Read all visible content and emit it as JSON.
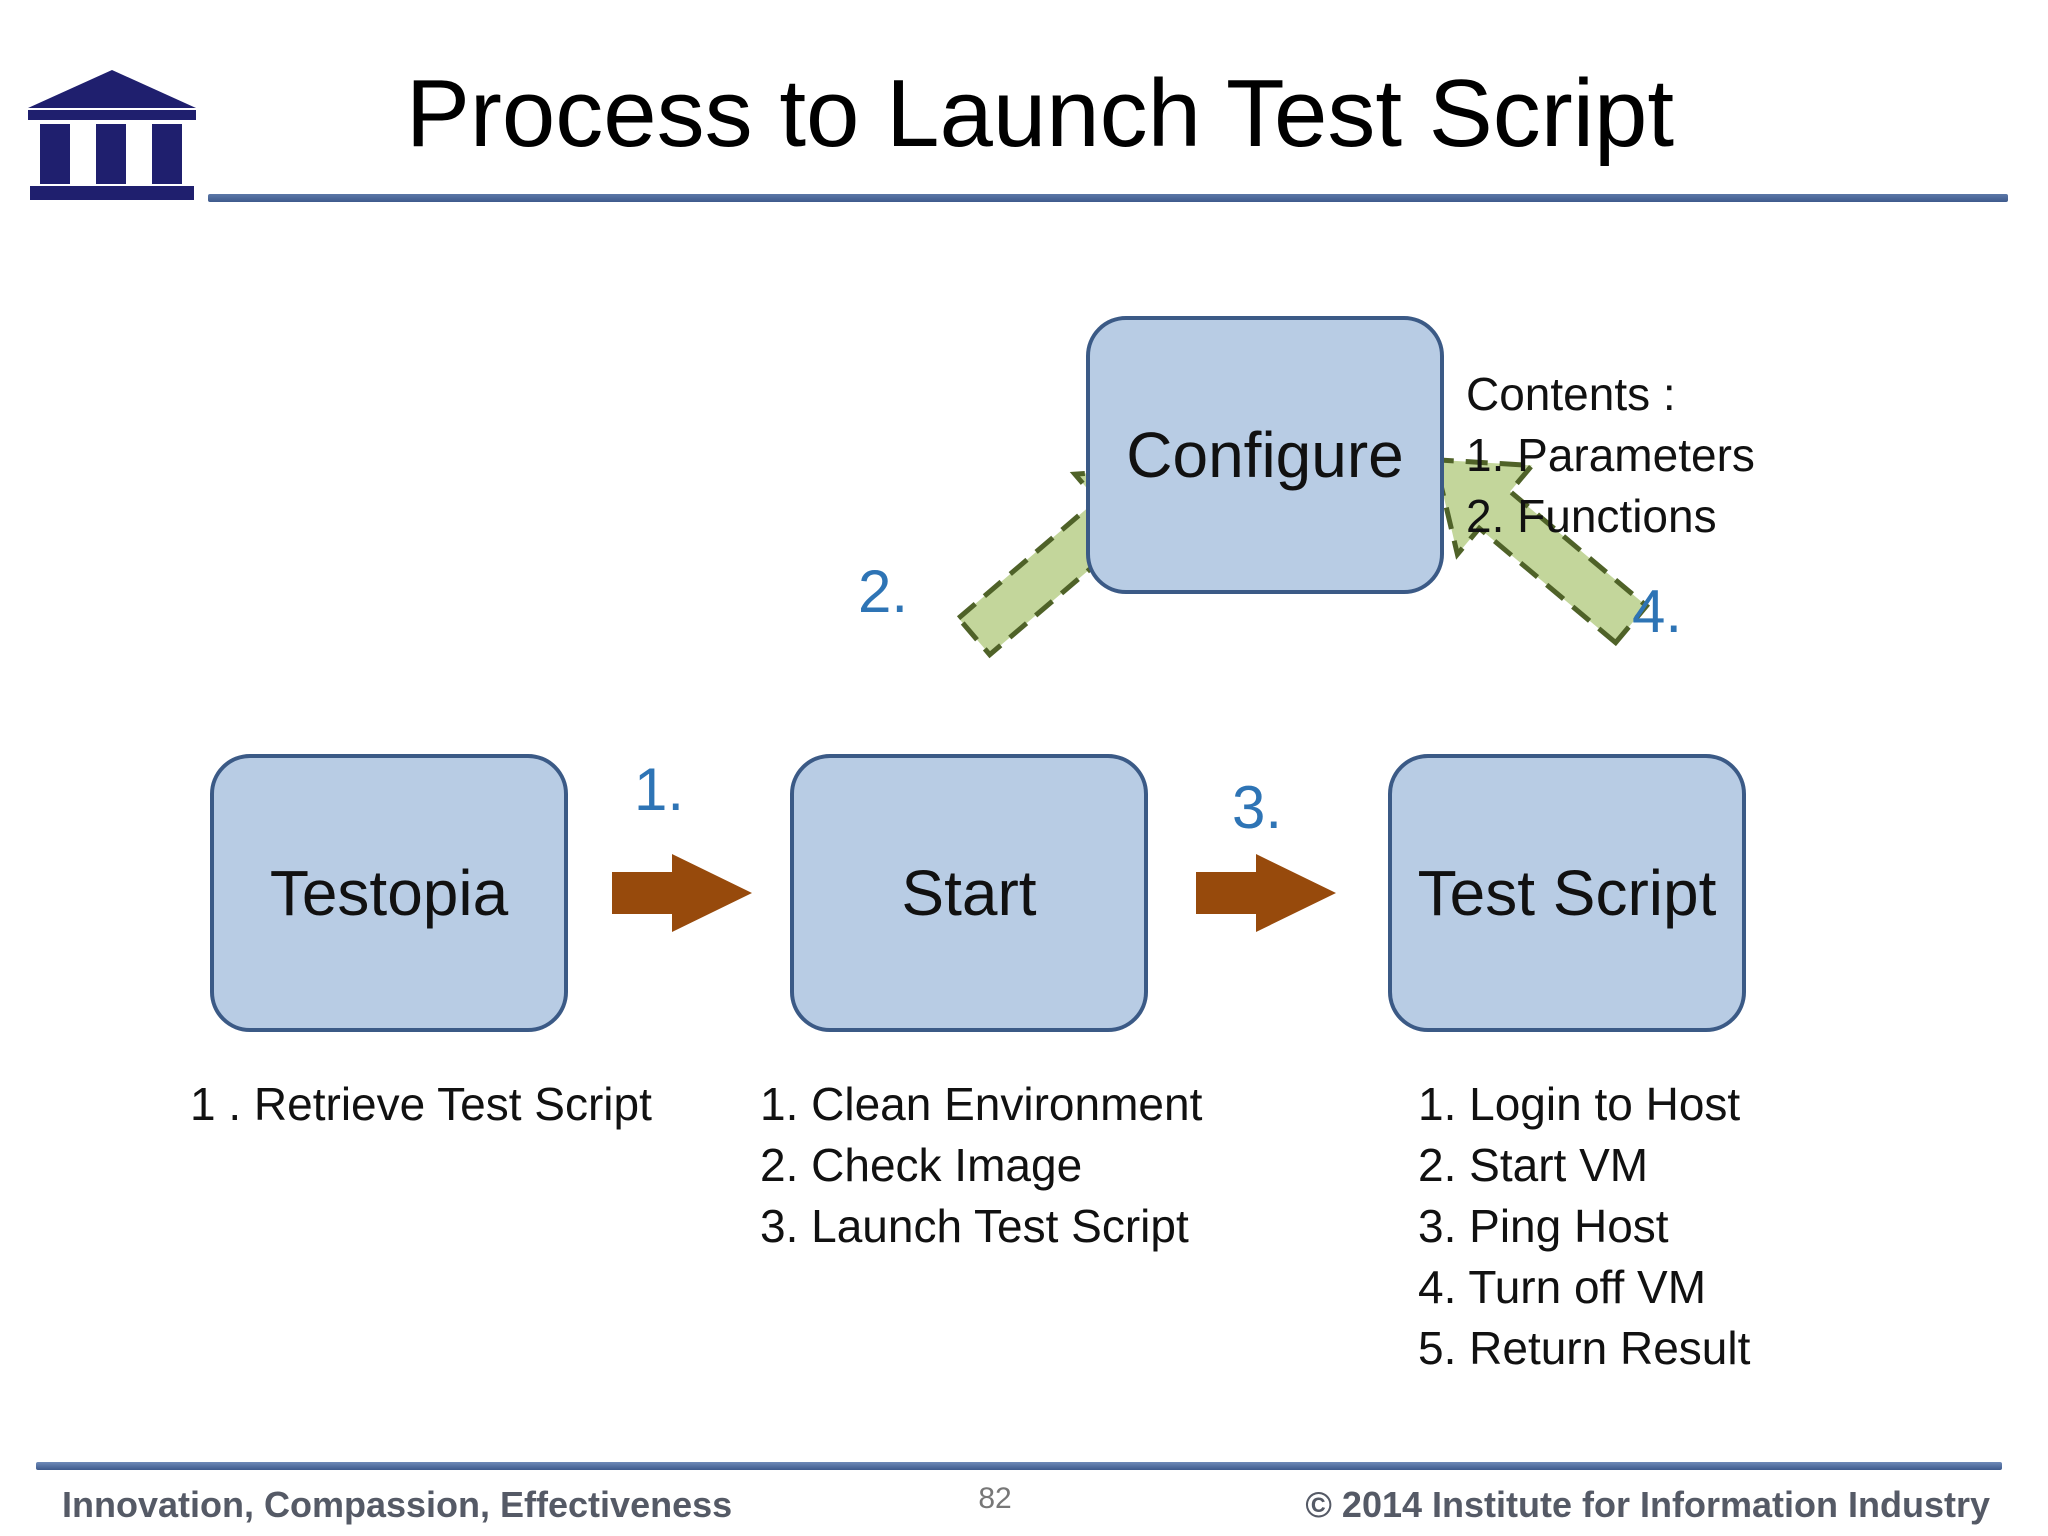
{
  "title": "Process to Launch Test Script",
  "logo": {
    "text": "III",
    "color": "#1f1f6e"
  },
  "boxes": {
    "configure": "Configure",
    "testopia": "Testopia",
    "start": "Start",
    "test_script": "Test Script"
  },
  "steps": {
    "s1": "1.",
    "s2": "2.",
    "s3": "3.",
    "s4": "4."
  },
  "configure_contents": [
    "Contents :",
    "1. Parameters",
    "2. Functions"
  ],
  "testopia_items": [
    "1 . Retrieve Test Script"
  ],
  "start_items": [
    "1. Clean Environment",
    "2. Check Image",
    "3. Launch Test Script"
  ],
  "script_items": [
    "1. Login to Host",
    "2. Start VM",
    "3. Ping Host",
    "4. Turn off VM",
    "5. Return Result"
  ],
  "footer": {
    "left": "Innovation, Compassion, Effectiveness",
    "page": "82",
    "right": "© 2014 Institute for Information Industry"
  },
  "colors": {
    "box_fill": "#b8cce4",
    "box_border": "#3b5a86",
    "step_number": "#2e74b5",
    "solid_arrow": "#974a0c",
    "dashed_arrow_fill": "#c3d69b",
    "dashed_arrow_border": "#4f6228",
    "rule": "#3e5a8c"
  }
}
